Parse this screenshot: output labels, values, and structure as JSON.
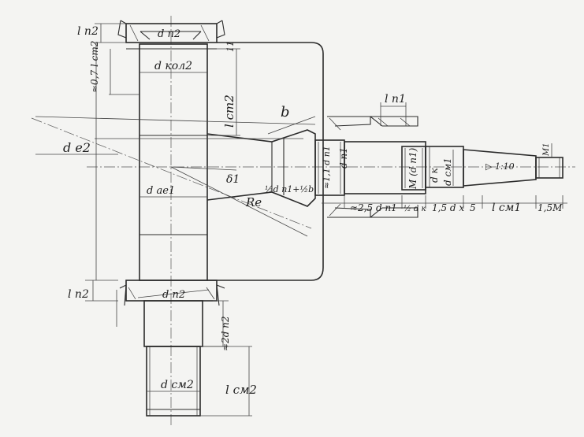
{
  "labels": {
    "l_p2_top": "l п2",
    "d_p2_top": "d п2",
    "dim_11": "11",
    "l_st2_small": "≈0,7 l ст2",
    "d_kol2": "d кол2",
    "l_st2": "l ст2",
    "l_p1": "l п1",
    "b": "b",
    "d_e2": "d e2",
    "delta1": "δ1",
    "d_ae1": "d ае1",
    "R_e": "Re",
    "half_dim": "½d п1+½b",
    "d_p1_a": "≈1,1 d п1",
    "d_p1_b": "d п1",
    "M_dp1": "M (d п1)",
    "d_k": "d к",
    "d_cm1": "d см1",
    "taper": "▷ 1:10",
    "M1": "M1",
    "l_25": "≈2,5 d п1",
    "half_dk": "½ d к",
    "l_15dx": "1,5 d x",
    "dim_5": "5",
    "l_cm1": "l см1",
    "dim_15M": "1,5M",
    "l_p2_bot": "l п2",
    "d_p2_bot": "d п2",
    "l_28": "≈2d п2",
    "d_cm2": "d см2",
    "l_cm2": "l см2"
  }
}
